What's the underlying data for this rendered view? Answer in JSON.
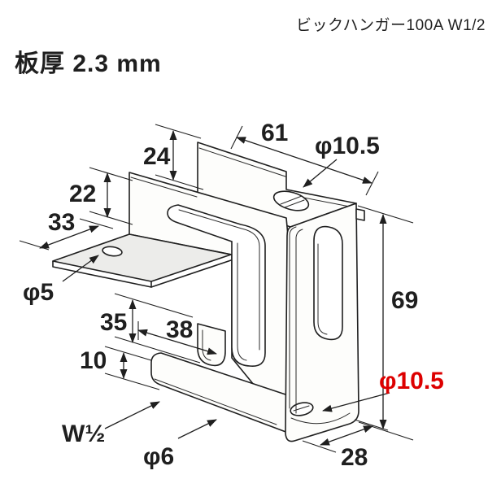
{
  "header": {
    "product_title": "ビックハンガー100A W1/2",
    "plate_thickness": "板厚 2.3 mm"
  },
  "colors": {
    "line": "#1f1f1f",
    "accent_red": "#dd0000",
    "background": "#ffffff"
  },
  "dimensions": {
    "upstand_height": "24",
    "top_depth": "61",
    "top_hole": "φ10.5",
    "wall_top_to_flange": "22",
    "flange_width": "33",
    "flange_hole": "φ5",
    "flange_to_foot_gap": "35",
    "hook_depth": "38",
    "foot_height": "10",
    "rod_thread": "W½",
    "drain_hole": "φ6",
    "body_height": "69",
    "bottom_hole": "φ10.5",
    "bottom_depth": "28"
  }
}
